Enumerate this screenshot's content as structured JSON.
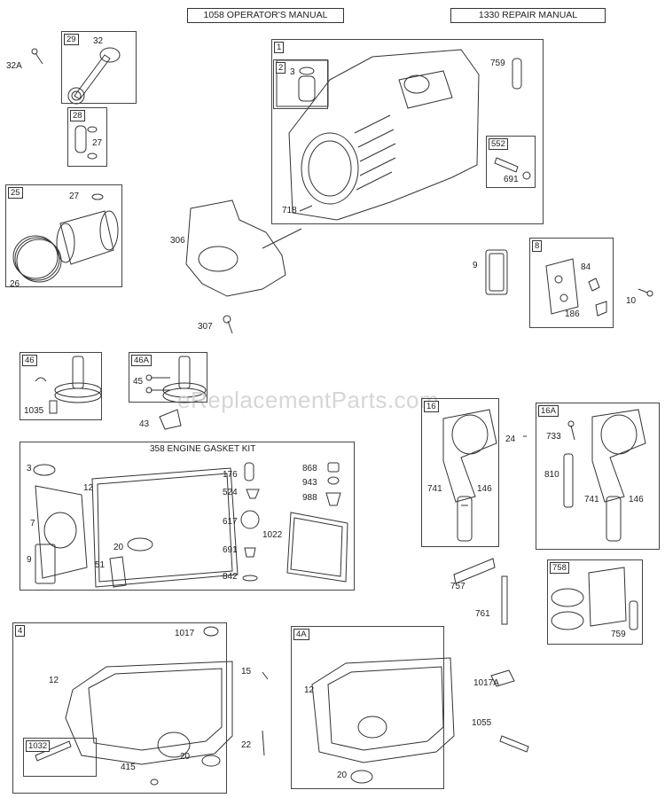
{
  "manuals": {
    "operator": "1058 OPERATOR'S MANUAL",
    "repair": "1330 REPAIR MANUAL"
  },
  "watermark": "eReplacementParts.com",
  "kit_title": "358 ENGINE GASKET KIT",
  "boxes": {
    "b1": "1",
    "b2": "2",
    "b4": "4",
    "b4a": "4A",
    "b8": "8",
    "b16": "16",
    "b16a": "16A",
    "b25": "25",
    "b28": "28",
    "b29": "29",
    "b46": "46",
    "b46a": "46A",
    "b552": "552",
    "b758": "758",
    "b1032": "1032"
  },
  "parts": {
    "p32a": "32A",
    "p32": "32",
    "p27a": "27",
    "p27b": "27",
    "p26": "26",
    "p3a": "3",
    "p759a": "759",
    "p691a": "691",
    "p718": "718",
    "p306": "306",
    "p307": "307",
    "p9a": "9",
    "p84": "84",
    "p10": "10",
    "p186": "186",
    "p45": "45",
    "p1035": "1035",
    "p43": "43",
    "p24": "24",
    "p733": "733",
    "p810": "810",
    "p741a": "741",
    "p146a": "146",
    "p741b": "741",
    "p146b": "146",
    "p3b": "3",
    "p12a": "12",
    "p7": "7",
    "p9b": "9",
    "p20a": "20",
    "p51": "51",
    "p176": "176",
    "p524": "524",
    "p617": "617",
    "p691b": "691",
    "p842": "842",
    "p1022": "1022",
    "p868": "868",
    "p943": "943",
    "p988": "988",
    "p757": "757",
    "p761": "761",
    "p759b": "759",
    "p1017": "1017",
    "p12b": "12",
    "p415": "415",
    "p20b": "20",
    "p15": "15",
    "p22": "22",
    "p12c": "12",
    "p20c": "20",
    "p1017a": "1017A",
    "p1055": "1055"
  }
}
